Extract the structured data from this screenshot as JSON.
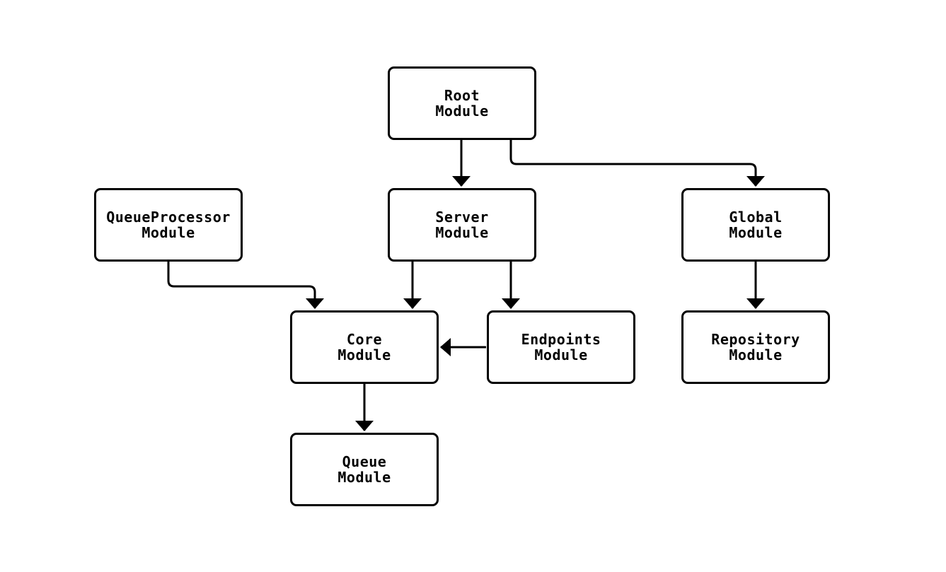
{
  "diagram": {
    "type": "flowchart",
    "background_color": "#ffffff",
    "node_fill_color": "#ffffff",
    "node_border_color": "#000000",
    "edge_color": "#000000",
    "text_color": "#000000",
    "nodes": [
      {
        "id": "root",
        "label": "Root\nModule"
      },
      {
        "id": "queueprocessor",
        "label": "QueueProcessor\nModule"
      },
      {
        "id": "server",
        "label": "Server\nModule"
      },
      {
        "id": "global",
        "label": "Global\nModule"
      },
      {
        "id": "core",
        "label": "Core\nModule"
      },
      {
        "id": "endpoints",
        "label": "Endpoints\nModule"
      },
      {
        "id": "repository",
        "label": "Repository\nModule"
      },
      {
        "id": "queue",
        "label": "Queue\nModule"
      }
    ],
    "edges": [
      {
        "from": "Root Module",
        "to": "Server Module"
      },
      {
        "from": "Root Module",
        "to": "Global Module"
      },
      {
        "from": "QueueProcessor Module",
        "to": "Core Module"
      },
      {
        "from": "Server Module",
        "to": "Core Module"
      },
      {
        "from": "Server Module",
        "to": "Endpoints Module"
      },
      {
        "from": "Endpoints Module",
        "to": "Core Module"
      },
      {
        "from": "Global Module",
        "to": "Repository Module"
      },
      {
        "from": "Core Module",
        "to": "Queue Module"
      }
    ]
  }
}
